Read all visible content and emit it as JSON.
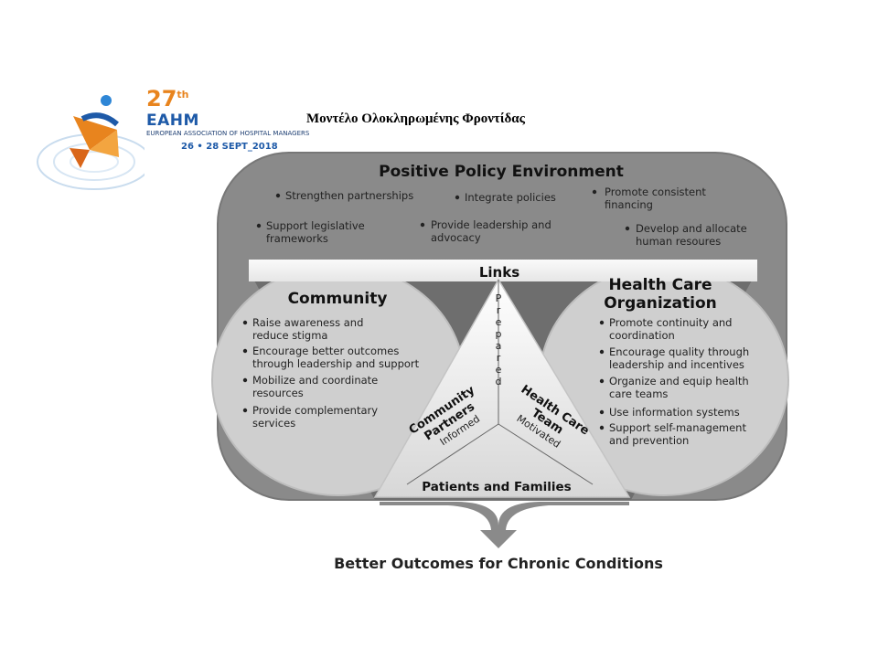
{
  "slide_title": "Μοντέλο Ολοκληρωμένης Φροντίδας",
  "logo": {
    "year": "27",
    "year_suffix": "th",
    "org": "EAHM",
    "subtitle": "EUROPEAN ASSOCIATION OF HOSPITAL MANAGERS",
    "dates": "26 • 28 SEPT_2018"
  },
  "policy": {
    "title": "Positive Policy Environment",
    "items": [
      "Strengthen partnerships",
      "Integrate policies",
      "Promote consistent",
      "financing",
      "Support legislative",
      "frameworks",
      "Provide leadership and",
      "advocacy",
      "Develop and allocate",
      "human resoures"
    ]
  },
  "links": "Links",
  "community": {
    "title": "Community",
    "items": [
      "Raise awareness and",
      "reduce stigma",
      "Encourage better outcomes",
      "through leadership and support",
      "Mobilize and coordinate",
      "resources",
      "Provide complementary",
      "services"
    ]
  },
  "hco": {
    "title_line1": "Health Care",
    "title_line2": "Organization",
    "items": [
      "Promote continuity and",
      "coordination",
      "Encourage quality through",
      "leadership and incentives",
      "Organize and equip health",
      "care teams",
      "Use information systems",
      "Support self-management",
      "and prevention"
    ]
  },
  "triangle": {
    "prepared": [
      "P",
      "r",
      "e",
      "p",
      "a",
      "r",
      "e",
      "d"
    ],
    "community_partners": [
      "Community",
      "Partners"
    ],
    "informed": "Informed",
    "health_care_team": [
      "Health Care",
      "Team"
    ],
    "motivated": "Motivated",
    "patients": "Patients and Families"
  },
  "outcome": "Better Outcomes for Chronic Conditions"
}
